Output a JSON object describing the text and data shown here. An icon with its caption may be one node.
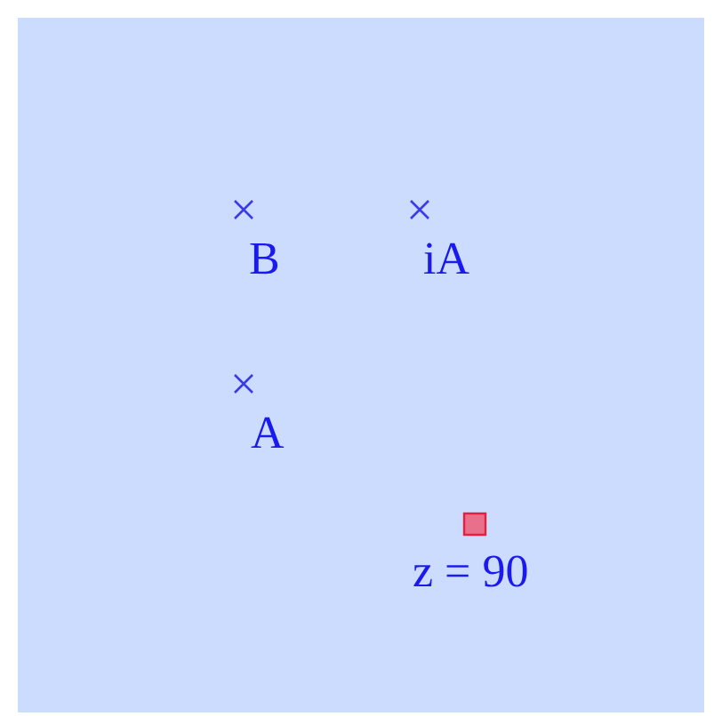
{
  "diagram": {
    "labels": [
      "B",
      "iA",
      "A",
      "z = 90"
    ]
  }
}
